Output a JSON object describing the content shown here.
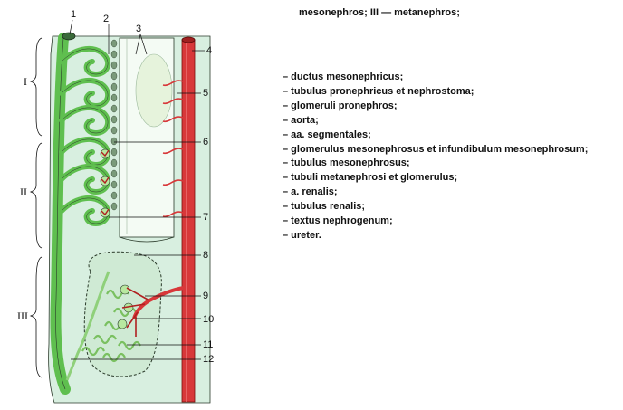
{
  "header": {
    "line": "mesonephros; III —   metanephros;"
  },
  "legend": [
    "– ductus mesonephricus;",
    "– tubulus pronephricus et nephrostoma;",
    "– glomeruli pronephros;",
    "– aorta;",
    "– aa. segmentales;",
    "– glomerulus mesonephrosus et infundibulum mesonephrosum;",
    "– tubulus mesonephrosus;",
    "– tubuli metanephrosi et glomerulus;",
    "– a. renalis;",
    "– tubulus renalis;",
    "– textus nephrogenum;",
    "– ureter."
  ],
  "diagram": {
    "labels": [
      "1",
      "2",
      "3",
      "4",
      "5",
      "6",
      "7",
      "8",
      "9",
      "10",
      "11",
      "12"
    ],
    "sections": [
      "I",
      "II",
      "III"
    ],
    "colors": {
      "duct_green": "#5fbf4f",
      "tissue_light": "#d8efe0",
      "tubule_fill": "#b8e8a0",
      "artery_red": "#d8383a",
      "glomerulus_red": "#b02020",
      "outline": "#2a3a2a"
    }
  }
}
